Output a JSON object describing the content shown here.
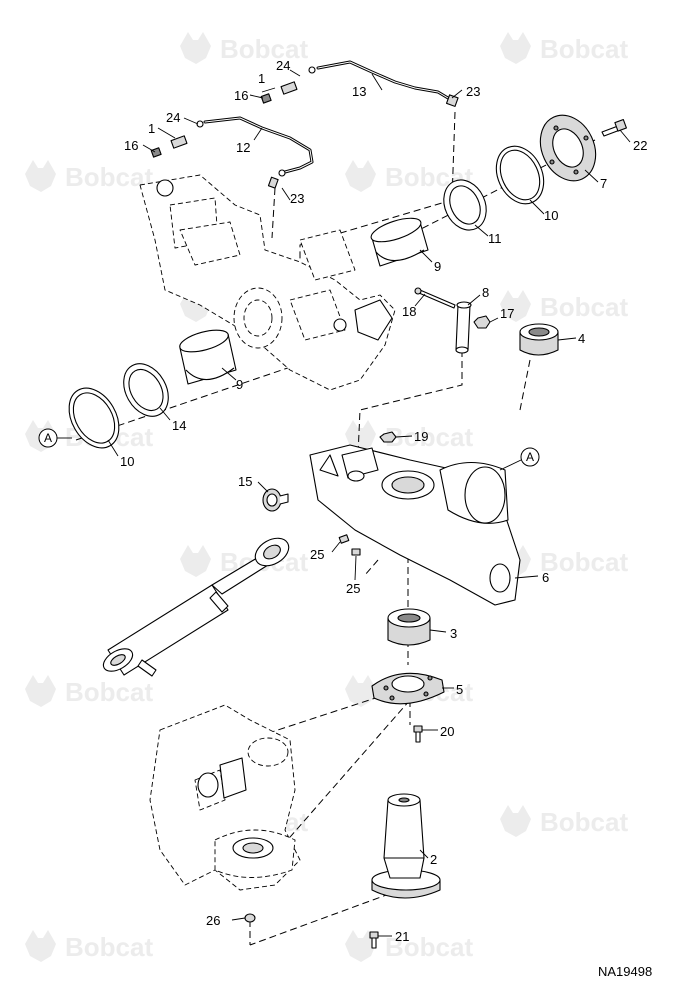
{
  "watermark": {
    "text": "Bobcat",
    "logo_icon": "bobcat-head-icon"
  },
  "drawing_number": "NA19498",
  "reference_marker": "A",
  "callouts": {
    "c1a": "1",
    "c1b": "1",
    "c2": "2",
    "c3": "3",
    "c4": "4",
    "c5": "5",
    "c6": "6",
    "c7": "7",
    "c8": "8",
    "c9a": "9",
    "c9b": "9",
    "c10a": "10",
    "c10b": "10",
    "c11": "11",
    "c12": "12",
    "c13": "13",
    "c14": "14",
    "c15": "15",
    "c16a": "16",
    "c16b": "16",
    "c17": "17",
    "c18": "18",
    "c19": "19",
    "c20": "20",
    "c21": "21",
    "c22": "22",
    "c23a": "23",
    "c23b": "23",
    "c24a": "24",
    "c24b": "24",
    "c25a": "25",
    "c25b": "25",
    "c26": "26"
  }
}
